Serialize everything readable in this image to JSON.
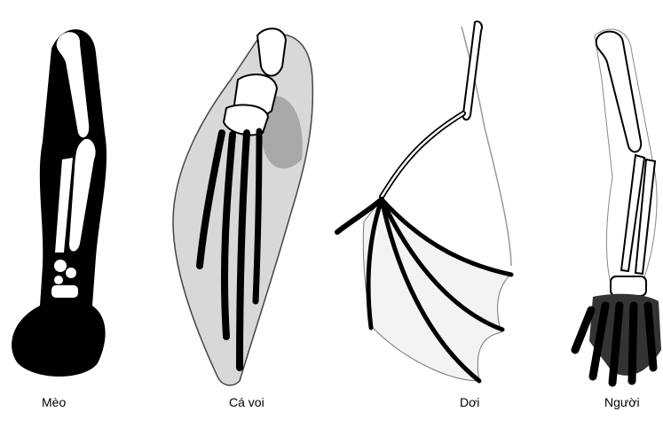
{
  "labels": {
    "cat": "Mèo",
    "whale": "Cá voi",
    "bat": "Dơi",
    "human": "Người"
  },
  "colors": {
    "ink": "#000000",
    "bone": "#ffffff",
    "whale_flipper": "#cfcfcf",
    "bat_membrane": "#f3f3f3"
  }
}
